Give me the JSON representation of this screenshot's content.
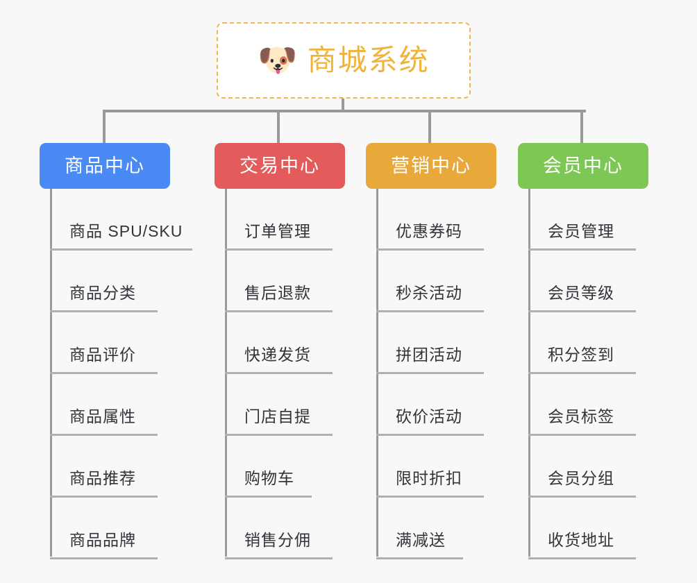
{
  "root": {
    "icon": "shiba-dog-face-emoji",
    "icon_glyph": "🐶",
    "title": "商城系统",
    "border_color": "#f0b450",
    "text_color": "#f0b33c"
  },
  "palette": {
    "background": "#f8f8f8",
    "connector": "#9a9a9a",
    "underline": "#b0b0b0",
    "leaf_text": "#33333a"
  },
  "columns": [
    {
      "id": "product-center",
      "title": "商品中心",
      "color": "#4a8af4",
      "items": [
        {
          "label": "商品 SPU/SKU"
        },
        {
          "label": "商品分类"
        },
        {
          "label": "商品评价"
        },
        {
          "label": "商品属性"
        },
        {
          "label": "商品推荐"
        },
        {
          "label": "商品品牌"
        }
      ]
    },
    {
      "id": "trade-center",
      "title": "交易中心",
      "color": "#e35b5b",
      "items": [
        {
          "label": "订单管理"
        },
        {
          "label": "售后退款"
        },
        {
          "label": "快递发货"
        },
        {
          "label": "门店自提"
        },
        {
          "label": "购物车"
        },
        {
          "label": "销售分佣"
        }
      ]
    },
    {
      "id": "marketing-center",
      "title": "营销中心",
      "color": "#e8a93a",
      "items": [
        {
          "label": "优惠券码"
        },
        {
          "label": "秒杀活动"
        },
        {
          "label": "拼团活动"
        },
        {
          "label": "砍价活动"
        },
        {
          "label": "限时折扣"
        },
        {
          "label": "满减送"
        }
      ]
    },
    {
      "id": "member-center",
      "title": "会员中心",
      "color": "#7dc855",
      "items": [
        {
          "label": "会员管理"
        },
        {
          "label": "会员等级"
        },
        {
          "label": "积分签到"
        },
        {
          "label": "会员标签"
        },
        {
          "label": "会员分组"
        },
        {
          "label": "收货地址"
        }
      ]
    }
  ]
}
